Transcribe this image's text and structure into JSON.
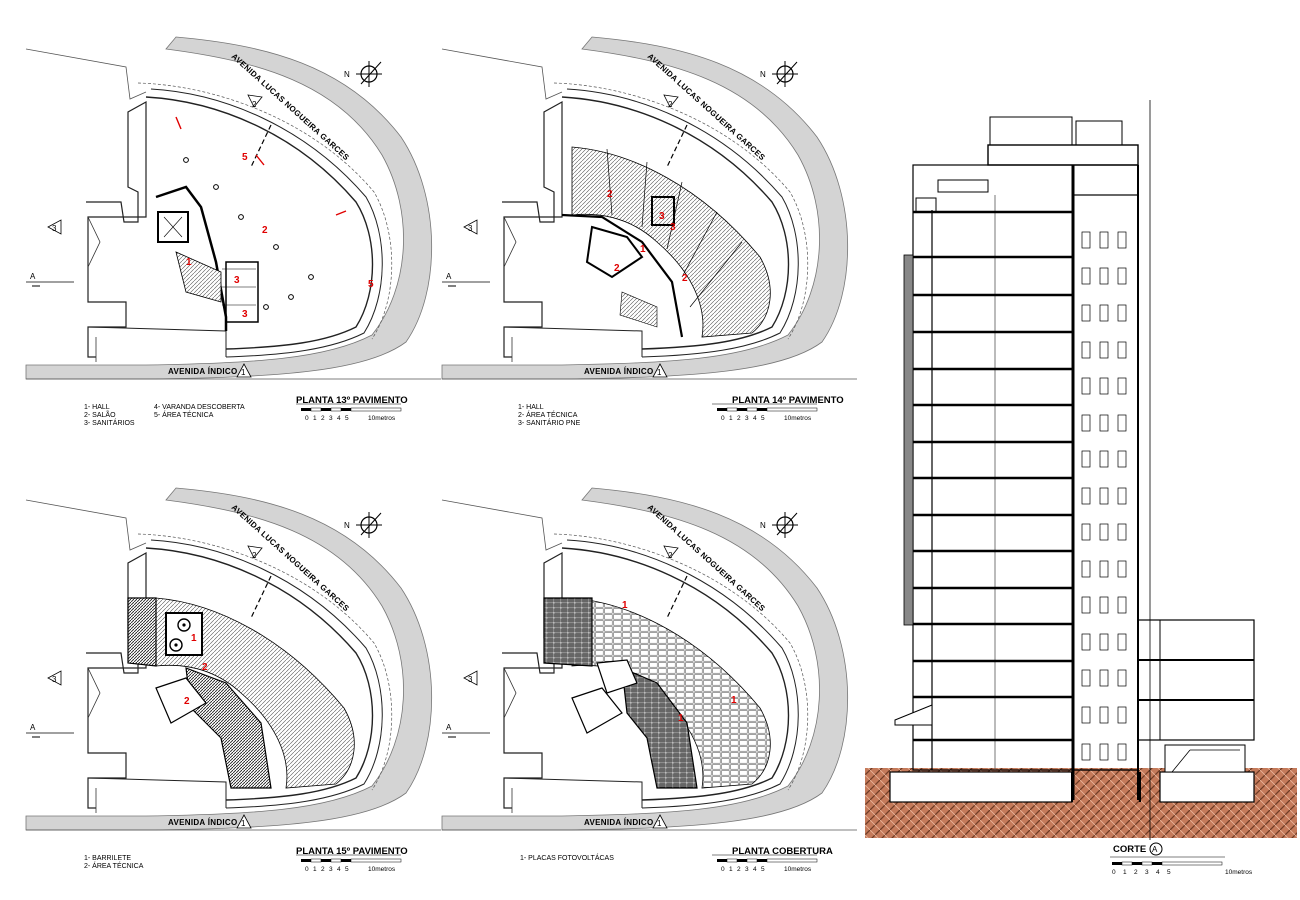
{
  "streets": {
    "north": "AVENIDA LUCAS NOGUEIRA GARCES",
    "south": "AVENIDA ÍNDICO"
  },
  "north_letter": "N",
  "cut_marker": "A",
  "axis_tags": [
    "1",
    "2",
    "3"
  ],
  "scale_ticks": [
    "0",
    "1",
    "2",
    "3",
    "4",
    "5"
  ],
  "scale_unit": "10metros",
  "plans": [
    {
      "id": "p13",
      "title": "PLANTA 13º PAVIMENTO",
      "legend_col1": [
        "1- HALL",
        "2- SALÃO",
        "3- SANITÁRIOS"
      ],
      "legend_col2": [
        "4- VARANDA DESCOBERTA",
        "5- ÁREA TÉCNICA"
      ],
      "room_numbers": [
        "1",
        "2",
        "3",
        "3",
        "5",
        "5"
      ]
    },
    {
      "id": "p14",
      "title": "PLANTA 14º PAVIMENTO",
      "legend_col1": [
        "1- HALL",
        "2- ÁREA TÉCNICA",
        "3- SANITÁRIO PNE"
      ],
      "legend_col2": [],
      "room_numbers": [
        "2",
        "1",
        "2",
        "2",
        "3",
        "3"
      ]
    },
    {
      "id": "p15",
      "title": "PLANTA 15º PAVIMENTO",
      "legend_col1": [
        "1- BARRILETE",
        "2- ÁREA TÉCNICA"
      ],
      "legend_col2": [],
      "room_numbers": [
        "1",
        "2",
        "2"
      ]
    },
    {
      "id": "pcob",
      "title": "PLANTA COBERTURA",
      "legend_col1": [
        "1- PLACAS FOTOVOLTÁCAS"
      ],
      "legend_col2": [],
      "room_numbers": [
        "1",
        "1",
        "1"
      ]
    }
  ],
  "section": {
    "title": "CORTE",
    "marker": "A",
    "scale_ticks": [
      "0",
      "1",
      "2",
      "3",
      "4",
      "5"
    ],
    "scale_unit": "10metros"
  }
}
